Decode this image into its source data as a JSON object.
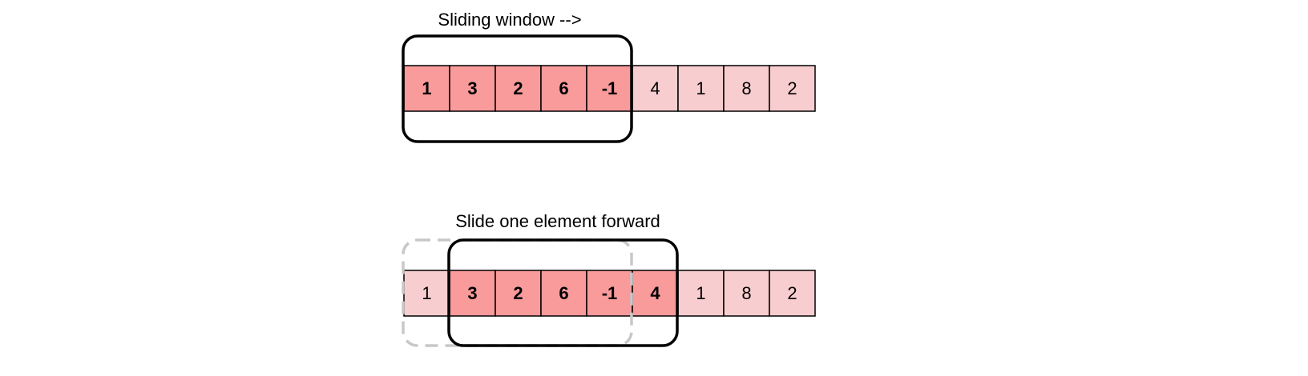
{
  "colors": {
    "highlight_fill": "#f99a9b",
    "normal_fill": "#f8cdcf",
    "window_stroke": "#000000",
    "previous_window_stroke": "#c8c8c8"
  },
  "rows": [
    {
      "caption": "Sliding window -->",
      "values": [
        "1",
        "3",
        "2",
        "6",
        "-1",
        "4",
        "1",
        "8",
        "2"
      ],
      "highlighted": [
        true,
        true,
        true,
        true,
        true,
        false,
        false,
        false,
        false
      ]
    },
    {
      "caption": "Slide one element forward",
      "values": [
        "1",
        "3",
        "2",
        "6",
        "-1",
        "4",
        "1",
        "8",
        "2"
      ],
      "highlighted": [
        false,
        true,
        true,
        true,
        true,
        true,
        false,
        false,
        false
      ]
    }
  ]
}
